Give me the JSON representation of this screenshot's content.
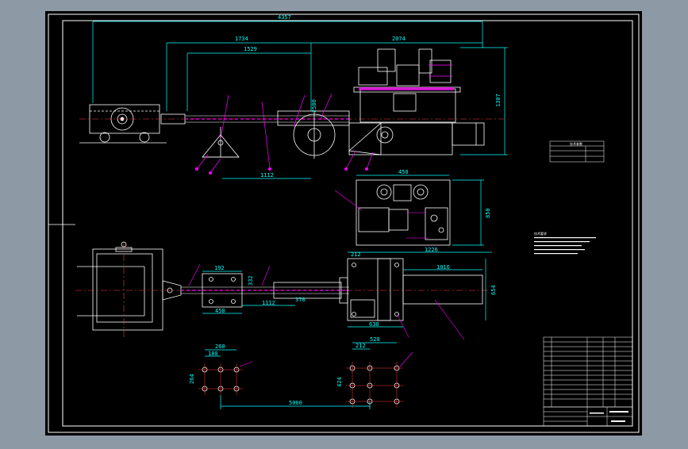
{
  "colors": {
    "page_bg": "#8e99a6",
    "sheet": "#000000",
    "border": "#ffffff",
    "dim": "#00ffff",
    "part": "#ffffff",
    "hidden": "#ffff00",
    "leader": "#ff00ff",
    "center": "#ff3b3b",
    "green": "#00ff00"
  },
  "dims": {
    "overall": "4357",
    "d1734": "1734",
    "d1529": "1529",
    "d2074": "2074",
    "d1307": "1307",
    "d2500": "2500",
    "d1112_top": "1112",
    "d450_top": "450",
    "d850": "850",
    "d212": "212",
    "d1226": "1226",
    "d1016": "1016",
    "d654": "654",
    "d630": "630",
    "d192": "192",
    "d450_mid": "450",
    "d332": "332",
    "d1112_mid": "1112",
    "d370": "370",
    "d260": "260",
    "d180": "180",
    "d264": "264",
    "d212_b": "212",
    "d520": "520",
    "d424": "424",
    "d5000": "5000"
  },
  "labels": {
    "tech_title": "技术参数",
    "notes_title": "技术要求"
  }
}
